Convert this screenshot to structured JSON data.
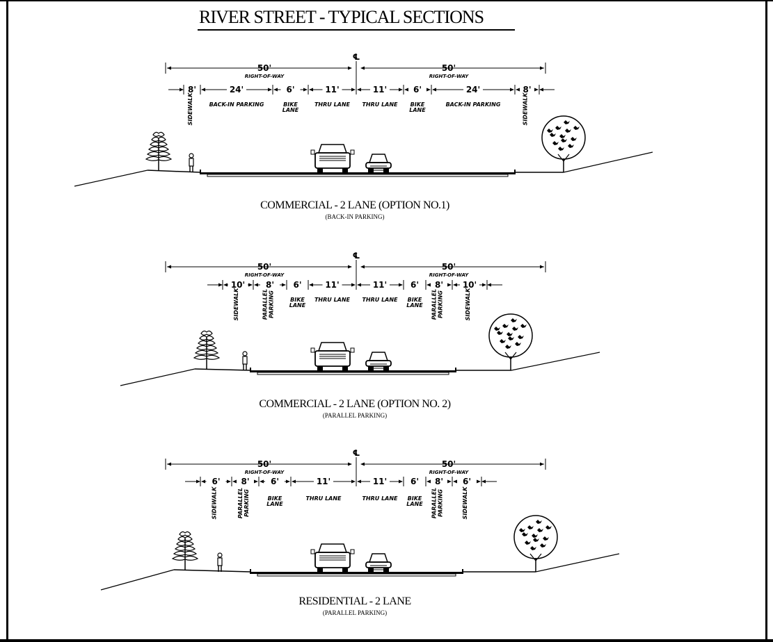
{
  "title": "RIVER STREET - TYPICAL SECTIONS",
  "centerline_symbol": "℄",
  "sections": [
    {
      "caption": "COMMERCIAL - 2 LANE (OPTION NO.1)",
      "subcaption": "(BACK-IN PARKING)",
      "half_width": "50'",
      "row_label": "RIGHT-OF-WAY",
      "dims_left": [
        "8'",
        "24'",
        "6'",
        "11'"
      ],
      "dims_right": [
        "11'",
        "6'",
        "24'",
        "8'"
      ],
      "labels_left": [
        "SIDEWALK",
        "BACK-IN PARKING",
        "BIKE LANE",
        "THRU LANE"
      ],
      "labels_right": [
        "THRU LANE",
        "BIKE LANE",
        "BACK-IN PARKING",
        "SIDEWALK"
      ]
    },
    {
      "caption": "COMMERCIAL - 2 LANE (OPTION NO. 2)",
      "subcaption": "(PARALLEL PARKING)",
      "half_width": "50'",
      "row_label": "RIGHT-OF-WAY",
      "dims_left": [
        "10'",
        "8'",
        "6'",
        "11'"
      ],
      "dims_right": [
        "11'",
        "6'",
        "8'",
        "10'"
      ],
      "labels_left": [
        "SIDEWALK",
        "PARALLEL PARKING",
        "BIKE LANE",
        "THRU LANE"
      ],
      "labels_right": [
        "THRU LANE",
        "BIKE LANE",
        "PARALLEL PARKING",
        "SIDEWALK"
      ]
    },
    {
      "caption": "RESIDENTIAL - 2 LANE",
      "subcaption": "(PARALLEL PARKING)",
      "half_width": "50'",
      "row_label": "RIGHT-OF-WAY",
      "dims_left": [
        "6'",
        "8'",
        "6'",
        "11'"
      ],
      "dims_right": [
        "11'",
        "6'",
        "8'",
        "6'"
      ],
      "labels_left": [
        "SIDEWALK",
        "PARALLEL PARKING",
        "BIKE LANE",
        "THRU LANE"
      ],
      "labels_right": [
        "THRU LANE",
        "BIKE LANE",
        "PARALLEL PARKING",
        "SIDEWALK"
      ]
    }
  ]
}
